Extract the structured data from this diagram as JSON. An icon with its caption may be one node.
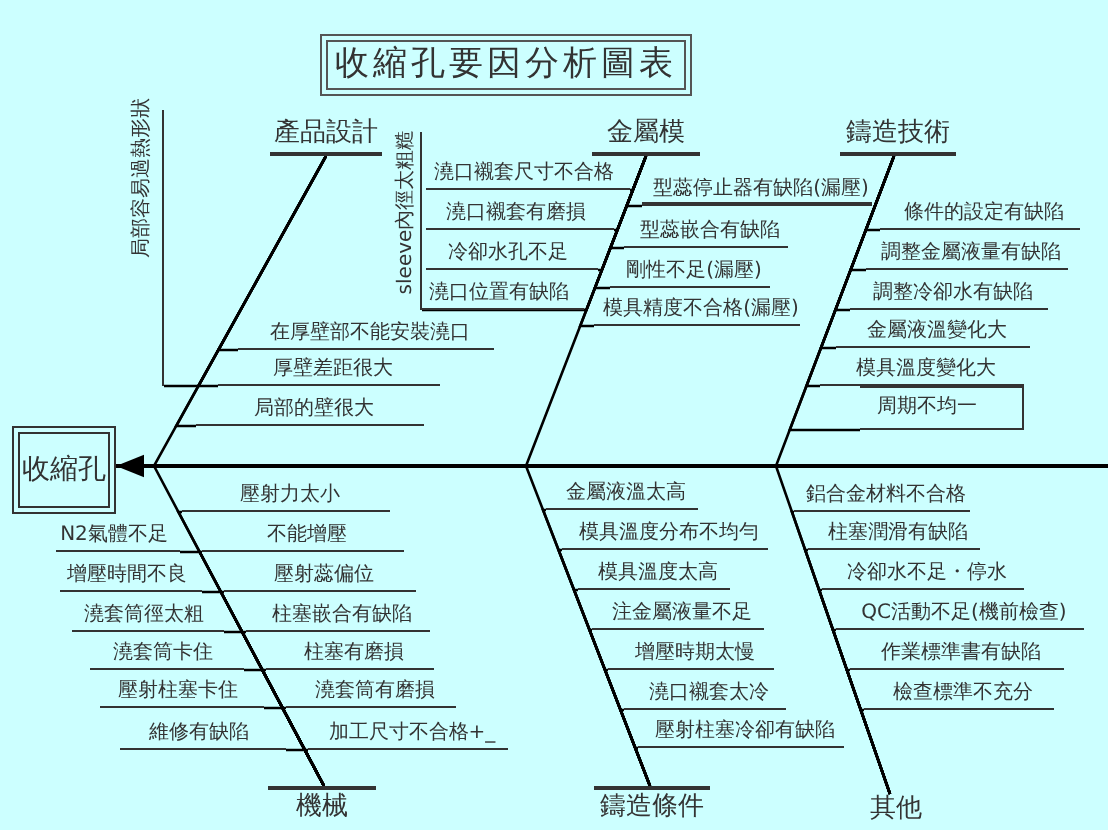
{
  "diagram": {
    "title": "收縮孔要因分析圖表",
    "nodes": [
      {
        "text": [
          "收縮孔"
        ]
      },
      {
        "text": [
          "產品設計"
        ]
      },
      {
        "text": [
          "金屬模"
        ]
      },
      {
        "text": [
          "鑄造技術"
        ]
      },
      {
        "text": [
          "機械"
        ]
      },
      {
        "text": [
          "鑄造條件"
        ]
      },
      {
        "text": [
          "其他"
        ]
      },
      {
        "text": [
          "局部容易過熱形狀"
        ]
      },
      {
        "text": [
          "在厚壁部不能安裝澆口"
        ]
      },
      {
        "text": [
          "厚壁差距很大"
        ]
      },
      {
        "text": [
          "局部的壁很大"
        ]
      },
      {
        "text": [
          "sleeve內徑太粗糙"
        ]
      },
      {
        "text": [
          "澆口襯套尺寸不合格"
        ]
      },
      {
        "text": [
          "澆口襯套有磨損"
        ]
      },
      {
        "text": [
          "冷卻水孔不足"
        ]
      },
      {
        "text": [
          "澆口位置有缺陷"
        ]
      },
      {
        "text": [
          "型蕊停止器有缺陷(漏壓)"
        ]
      },
      {
        "text": [
          "型蕊嵌合有缺陷"
        ]
      },
      {
        "text": [
          "剛性不足(漏壓)"
        ]
      },
      {
        "text": [
          "模具精度不合格(漏壓)"
        ]
      },
      {
        "text": [
          "條件的設定有缺陷"
        ]
      },
      {
        "text": [
          "調整金屬液量有缺陷"
        ]
      },
      {
        "text": [
          "調整冷卻水有缺陷"
        ]
      },
      {
        "text": [
          "金屬液溫變化大"
        ]
      },
      {
        "text": [
          "模具溫度變化大"
        ]
      },
      {
        "text": [
          "周期不均一"
        ]
      },
      {
        "text": [
          "壓射力太小"
        ]
      },
      {
        "text": [
          "N2氣體不足"
        ]
      },
      {
        "text": [
          "不能增壓"
        ]
      },
      {
        "text": [
          "增壓時間不良"
        ]
      },
      {
        "text": [
          "壓射蕊偏位"
        ]
      },
      {
        "text": [
          "澆套筒徑太粗"
        ]
      },
      {
        "text": [
          "柱塞嵌合有缺陷"
        ]
      },
      {
        "text": [
          "澆套筒卡住"
        ]
      },
      {
        "text": [
          "柱塞有磨損"
        ]
      },
      {
        "text": [
          "壓射柱塞卡住"
        ]
      },
      {
        "text": [
          "澆套筒有磨損"
        ]
      },
      {
        "text": [
          "維修有缺陷"
        ]
      },
      {
        "text": [
          "加工尺寸不合格+_"
        ]
      },
      {
        "text": [
          "金屬液溫太高"
        ]
      },
      {
        "text": [
          "模具溫度分布不均勻"
        ]
      },
      {
        "text": [
          "模具溫度太高"
        ]
      },
      {
        "text": [
          "注金屬液量不足"
        ]
      },
      {
        "text": [
          "增壓時期太慢"
        ]
      },
      {
        "text": [
          "澆口襯套太冷"
        ]
      },
      {
        "text": [
          "壓射柱塞冷卻有缺陷"
        ]
      },
      {
        "text": [
          "鋁合金材料不合格"
        ]
      },
      {
        "text": [
          "柱塞潤滑有缺陷"
        ]
      },
      {
        "text": [
          "冷卻水不足・停水"
        ]
      },
      {
        "text": [
          "QC活動不足(機前檢查)"
        ]
      },
      {
        "text": [
          "作業標準書有缺陷"
        ]
      },
      {
        "text": [
          "檢查標準不充分"
        ]
      }
    ],
    "edges": [
      {
        "from": null,
        "to": 0,
        "arrow": "to"
      },
      {
        "from": 1,
        "to": 0,
        "arrow": "none"
      },
      {
        "from": 2,
        "to": 0,
        "arrow": "none"
      },
      {
        "from": 3,
        "to": 0,
        "arrow": "none"
      },
      {
        "from": 4,
        "to": 0,
        "arrow": "none"
      },
      {
        "from": 5,
        "to": 0,
        "arrow": "none"
      },
      {
        "from": 6,
        "to": 0,
        "arrow": "none"
      },
      {
        "from": 7,
        "to": 1,
        "arrow": "none"
      },
      {
        "from": 8,
        "to": 1,
        "arrow": "none"
      },
      {
        "from": 9,
        "to": 1,
        "arrow": "none"
      },
      {
        "from": 10,
        "to": 1,
        "arrow": "none"
      },
      {
        "from": 11,
        "to": 2,
        "arrow": "none"
      },
      {
        "from": 12,
        "to": 2,
        "arrow": "none"
      },
      {
        "from": 13,
        "to": 2,
        "arrow": "none"
      },
      {
        "from": 14,
        "to": 2,
        "arrow": "none"
      },
      {
        "from": 15,
        "to": 2,
        "arrow": "none"
      },
      {
        "from": 16,
        "to": 2,
        "arrow": "none"
      },
      {
        "from": 17,
        "to": 2,
        "arrow": "none"
      },
      {
        "from": 18,
        "to": 2,
        "arrow": "none"
      },
      {
        "from": 19,
        "to": 2,
        "arrow": "none"
      },
      {
        "from": 20,
        "to": 3,
        "arrow": "none"
      },
      {
        "from": 21,
        "to": 3,
        "arrow": "none"
      },
      {
        "from": 22,
        "to": 3,
        "arrow": "none"
      },
      {
        "from": 23,
        "to": 3,
        "arrow": "none"
      },
      {
        "from": 24,
        "to": 3,
        "arrow": "none"
      },
      {
        "from": 25,
        "to": 3,
        "arrow": "none"
      },
      {
        "from": 26,
        "to": 4,
        "arrow": "none"
      },
      {
        "from": 27,
        "to": 4,
        "arrow": "none"
      },
      {
        "from": 28,
        "to": 4,
        "arrow": "none"
      },
      {
        "from": 29,
        "to": 4,
        "arrow": "none"
      },
      {
        "from": 30,
        "to": 4,
        "arrow": "none"
      },
      {
        "from": 31,
        "to": 4,
        "arrow": "none"
      },
      {
        "from": 32,
        "to": 4,
        "arrow": "none"
      },
      {
        "from": 33,
        "to": 4,
        "arrow": "none"
      },
      {
        "from": 34,
        "to": 4,
        "arrow": "none"
      },
      {
        "from": 35,
        "to": 4,
        "arrow": "none"
      },
      {
        "from": 36,
        "to": 4,
        "arrow": "none"
      },
      {
        "from": 37,
        "to": 4,
        "arrow": "none"
      },
      {
        "from": 38,
        "to": 4,
        "arrow": "none"
      },
      {
        "from": 39,
        "to": 5,
        "arrow": "none"
      },
      {
        "from": 40,
        "to": 5,
        "arrow": "none"
      },
      {
        "from": 41,
        "to": 5,
        "arrow": "none"
      },
      {
        "from": 42,
        "to": 5,
        "arrow": "none"
      },
      {
        "from": 43,
        "to": 5,
        "arrow": "none"
      },
      {
        "from": 44,
        "to": 5,
        "arrow": "none"
      },
      {
        "from": 45,
        "to": 5,
        "arrow": "none"
      },
      {
        "from": 46,
        "to": 6,
        "arrow": "none"
      },
      {
        "from": 47,
        "to": 6,
        "arrow": "none"
      },
      {
        "from": 48,
        "to": 6,
        "arrow": "none"
      },
      {
        "from": 49,
        "to": 6,
        "arrow": "none"
      },
      {
        "from": 50,
        "to": 6,
        "arrow": "none"
      },
      {
        "from": 51,
        "to": 6,
        "arrow": "none"
      }
    ]
  }
}
